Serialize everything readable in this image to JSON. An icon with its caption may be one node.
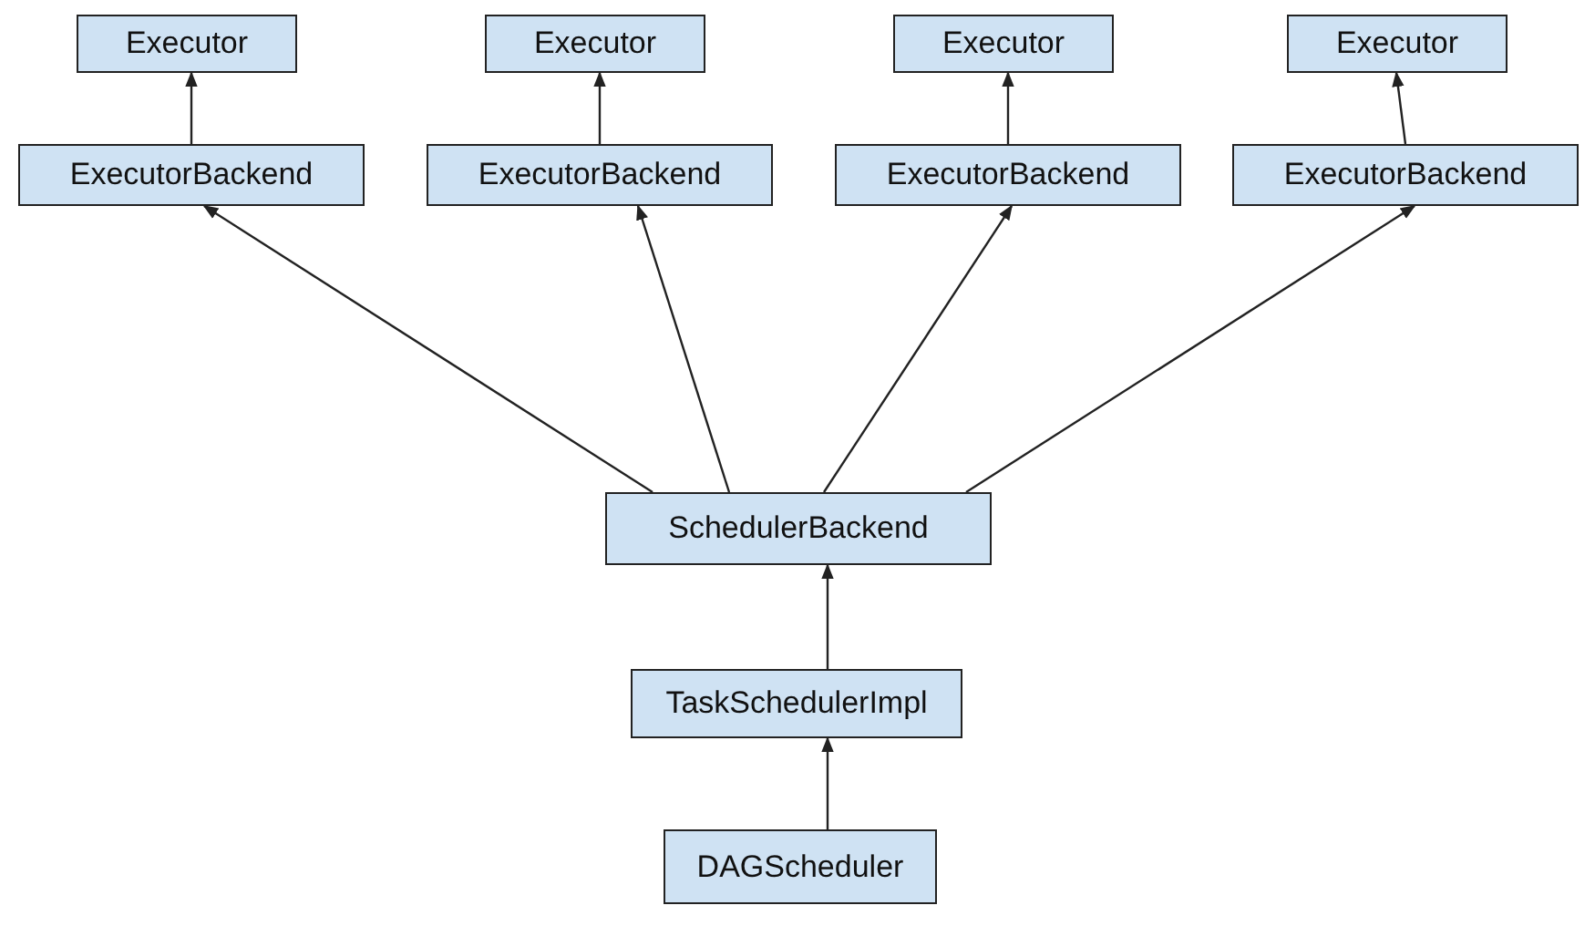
{
  "diagram": {
    "nodes": [
      {
        "text": [
          "Executor"
        ]
      },
      {
        "text": [
          "Executor"
        ]
      },
      {
        "text": [
          "Executor"
        ]
      },
      {
        "text": [
          "Executor"
        ]
      },
      {
        "text": [
          "ExecutorBackend"
        ]
      },
      {
        "text": [
          "ExecutorBackend"
        ]
      },
      {
        "text": [
          "ExecutorBackend"
        ]
      },
      {
        "text": [
          "ExecutorBackend"
        ]
      },
      {
        "text": [
          "SchedulerBackend"
        ]
      },
      {
        "text": [
          "TaskSchedulerImpl"
        ]
      },
      {
        "text": [
          "DAGScheduler"
        ]
      }
    ],
    "edges": [
      {
        "from": 4,
        "to": 0,
        "arrow": "to"
      },
      {
        "from": 5,
        "to": 1,
        "arrow": "to"
      },
      {
        "from": 6,
        "to": 2,
        "arrow": "to"
      },
      {
        "from": 7,
        "to": 3,
        "arrow": "to"
      },
      {
        "from": 8,
        "to": 4,
        "arrow": "to"
      },
      {
        "from": 8,
        "to": 5,
        "arrow": "to"
      },
      {
        "from": 8,
        "to": 6,
        "arrow": "to"
      },
      {
        "from": 8,
        "to": 7,
        "arrow": "to"
      },
      {
        "from": 9,
        "to": 8,
        "arrow": "to"
      },
      {
        "from": 10,
        "to": 9,
        "arrow": "to"
      }
    ]
  }
}
